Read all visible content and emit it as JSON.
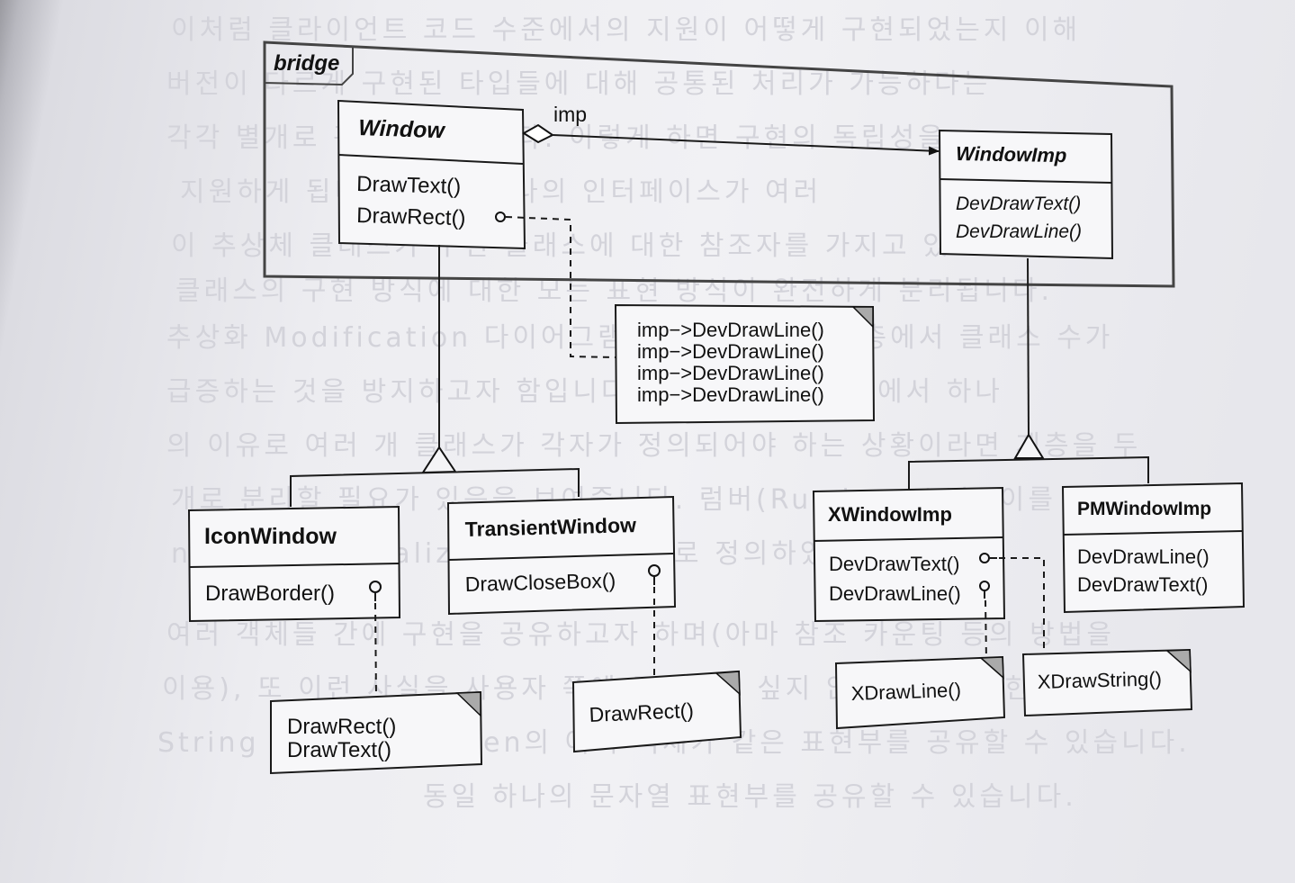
{
  "package_label": "bridge",
  "association_label": "imp",
  "classes": {
    "window": {
      "name": "Window",
      "ops": [
        "DrawText()",
        "DrawRect()"
      ]
    },
    "windowimp": {
      "name": "WindowImp",
      "ops": [
        "DevDrawText()",
        "DevDrawLine()"
      ]
    },
    "iconwindow": {
      "name": "IconWindow",
      "ops": [
        "DrawBorder()"
      ]
    },
    "transientwindow": {
      "name": "TransientWindow",
      "ops": [
        "DrawCloseBox()"
      ]
    },
    "xwindowimp": {
      "name": "XWindowImp",
      "ops": [
        "DevDrawText()",
        "DevDrawLine()"
      ]
    },
    "pmwindowimp": {
      "name": "PMWindowImp",
      "ops": [
        "DevDrawLine()",
        "DevDrawText()"
      ]
    }
  },
  "notes": {
    "window_drawrect": [
      "imp−>DevDrawLine()",
      "imp−>DevDrawLine()",
      "imp−>DevDrawLine()",
      "imp−>DevDrawLine()"
    ],
    "icon_drawborder": [
      "DrawRect()",
      "DrawText()"
    ],
    "transient_drawclosebox": [
      "DrawRect()"
    ],
    "x_drawline": [
      "XDrawLine()"
    ],
    "x_drawstring": [
      "XDrawString()"
    ]
  },
  "background_text": [
    "이처럼 클라이언트 코드 수준에서의 지원이 어떻게 구현되었는지 이해",
    "버전이 다르게 구현된 타입들에 대해 공통된 처리가 가능하다는",
    "각각 별개로 관리 가능합니다. 이렇게 하면 구현의 독립성을",
    "지원하게 됩니다. 결국 하나의 인터페이스가 여러",
    "이 추상체 클래스가 구현 클래스에 대한 참조자를 가지고 있으므로,",
    "클래스의 구현 방식에 대한 모든 표현 방식이 완전하게 분리됩니다.",
    "추상화 Modification 다이어그램에서 볼 클래스 계층에서 클래스 수가",
    "급증하는 것을 방지하고자 함입니다. 구현 클래스 계층에서 하나",
    "의 이유로 여러 개 클래스가 각자가 정의되어야 하는 상황이라면 계층을 두",
    "개로 분리할 필요가 있음을 보여줍니다. 럼버(Rumbaugh)는 이를",
    "nested generalization(RBP91)로 정의하였습니다.",
    "여러 객체들 간에 구현을 공유하고자 하며(아마 참조 카운팅 등의 방법을",
    "이용), 또 이런 사실을 사용자 쪽에 공개하고 싶지 않을 때. 간단한 예는",
    "String 클래스로 Coplien의 여러 객체가 같은 표현부를 공유할 수 있습니다.",
    "동일 하나의 문자열 표현부를 공유할 수 있습니다."
  ]
}
